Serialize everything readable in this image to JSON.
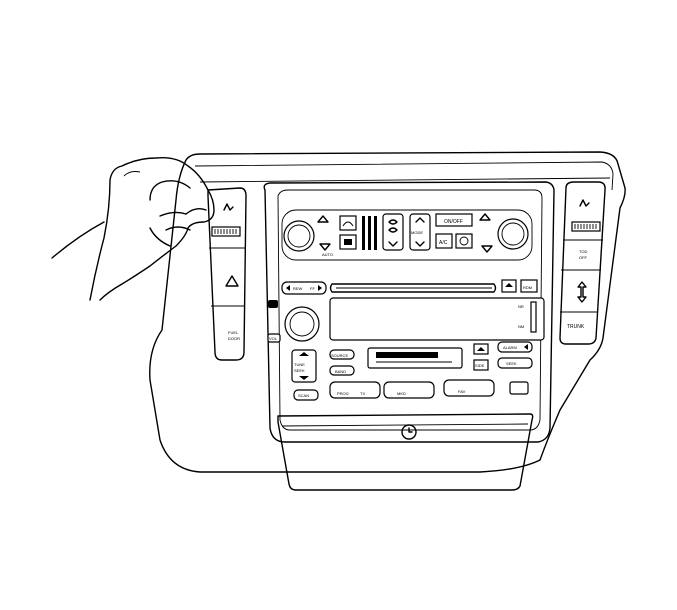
{
  "labels": {
    "fuel_door": [
      "FUEL",
      "DOOR"
    ],
    "trunk": "TRUNK",
    "on_off": "ON/OFF",
    "ac": "A/C",
    "auto": "AUTO",
    "mode": "MODE",
    "rew": "REW",
    "ff": "FF",
    "nr": "NR",
    "nm": "NM",
    "vol": "VOL",
    "tune": "TUNE",
    "seek": "SEEK",
    "scan": "SCAN",
    "band": "BAND",
    "source": "SOURCE",
    "side": "SIDE",
    "seek_btn": "SEEK",
    "alarm": "ALARM",
    "rdm": "RDM",
    "prog": "PROG",
    "tx": "TX",
    "mkd": "MKD",
    "fav": "FAV",
    "tod": [
      "TOD",
      "OFF"
    ]
  },
  "icons": [
    "hand-icon",
    "seat-heater-icon",
    "hazard-icon",
    "fan-icon",
    "defrost-icon",
    "eject-icon",
    "cassette-icon",
    "clock-icon",
    "up-down-arrow-icon"
  ]
}
